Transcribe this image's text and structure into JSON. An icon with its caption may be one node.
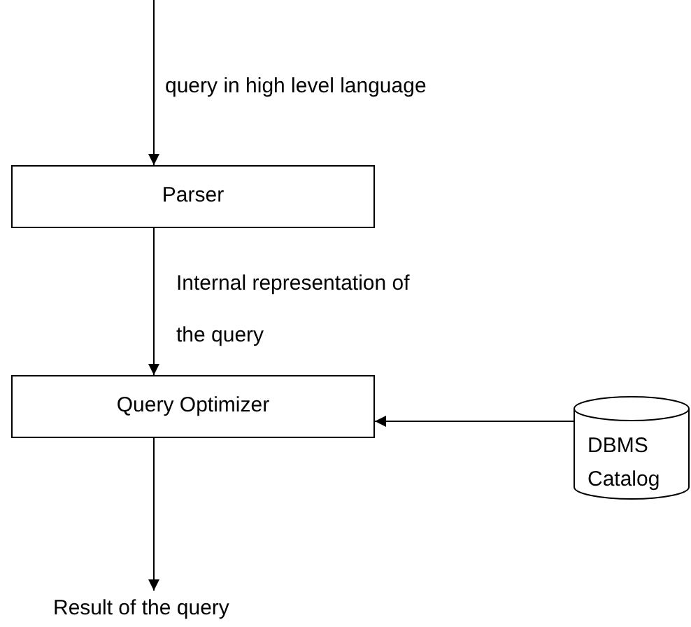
{
  "diagram": {
    "nodes": [
      {
        "text": [
          "Parser"
        ]
      },
      {
        "text": [
          "Query Optimizer"
        ]
      },
      {
        "text": [
          "DBMS Catalog"
        ]
      },
      {
        "text": [
          "Result of the query"
        ]
      }
    ],
    "edges": [
      {
        "from": null,
        "to": 0,
        "arrow": "to",
        "label": "query in high level language"
      },
      {
        "from": 0,
        "to": 1,
        "arrow": "to",
        "label": "Internal representation of the query"
      },
      {
        "from": 2,
        "to": 1,
        "arrow": "to"
      },
      {
        "from": 1,
        "to": 3,
        "arrow": "to"
      }
    ]
  }
}
